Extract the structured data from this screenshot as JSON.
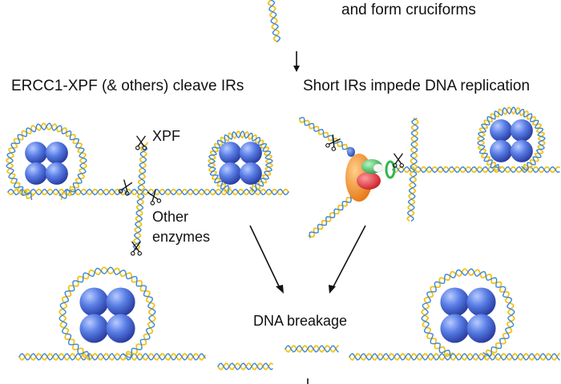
{
  "diagram": {
    "texts": {
      "top_right": "and form cruciforms",
      "left_heading": "ERCC1-XPF (& others) cleave IRs",
      "right_heading": "Short IRs impede DNA replication",
      "xpf": "XPF",
      "other_line1": "Other",
      "other_line2": "enzymes",
      "breakage": "DNA breakage"
    },
    "colors": {
      "strand_yellow": "#f2c21a",
      "strand_blue": "#3a86d6",
      "histone_blue": "#3d5fd0",
      "arrow": "#111111",
      "polymerase_orange": "#f08a1a",
      "polymerase_red": "#e02a34",
      "polymerase_green": "#2eb84a",
      "polymerase_blue": "#2255bb"
    },
    "icons": [
      "scissors-icon",
      "nucleosome-icon",
      "dna-helix-icon",
      "arrow-down-icon"
    ]
  }
}
